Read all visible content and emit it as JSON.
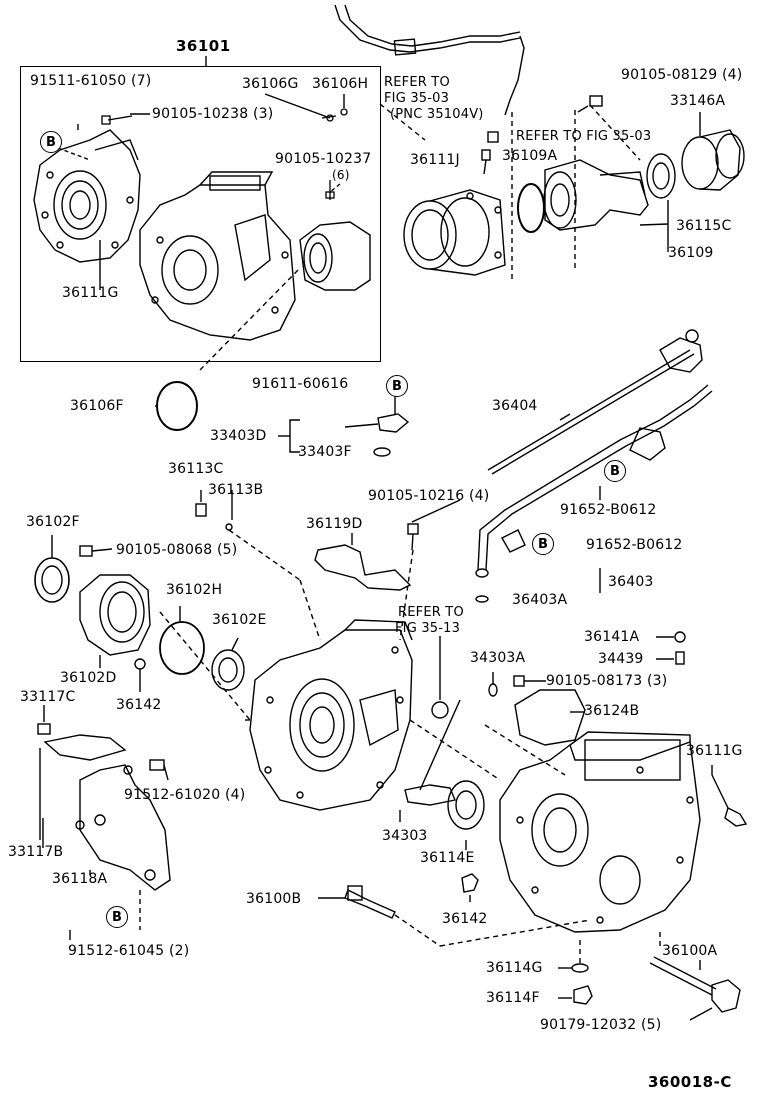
{
  "diagram": {
    "frame_title": "36101",
    "drawing_code": "360018-C",
    "circle_marker": "B",
    "parts": {
      "p91511_61050": "91511-61050 (7)",
      "p36106G": "36106G",
      "p36106H": "36106H",
      "p90105_10238": "90105-10238 (3)",
      "p90105_10237": "90105-10237",
      "p90105_10237_qty": "(6)",
      "p36111G_a": "36111G",
      "p36106F": "36106F",
      "p91611_60616": "91611-60616",
      "p33403D": "33403D",
      "p33403F": "33403F",
      "p36113C": "36113C",
      "p36113B": "36113B",
      "p90105_10216": "90105-10216 (4)",
      "p36102F": "36102F",
      "p90105_08068": "90105-08068 (5)",
      "p36119D": "36119D",
      "p36102H": "36102H",
      "p36102E": "36102E",
      "p36102D": "36102D",
      "p36142_a": "36142",
      "p33117C": "33117C",
      "p91512_61020": "91512-61020 (4)",
      "p33117B": "33117B",
      "p36118A": "36118A",
      "p91512_61045": "91512-61045 (2)",
      "p36100B": "36100B",
      "p34303A": "34303A",
      "p90105_08173": "90105-08173 (3)",
      "p34303": "34303",
      "p36114E": "36114E",
      "p36142_b": "36142",
      "p36124B": "36124B",
      "p36141A": "36141A",
      "p34439": "34439",
      "p36111G_b": "36111G",
      "p36114G": "36114G",
      "p36114F": "36114F",
      "p36100A": "36100A",
      "p90179_12032": "90179-12032 (5)",
      "p90105_08129": "90105-08129 (4)",
      "p33146A": "33146A",
      "p36111J": "36111J",
      "p36109A": "36109A",
      "p36115C": "36115C",
      "p36109": "36109",
      "p36404": "36404",
      "p91652_B0612_a": "91652-B0612",
      "p91652_B0612_b": "91652-B0612",
      "p36403": "36403",
      "p36403A": "36403A"
    },
    "refs": {
      "ref_35_03_line1": "REFER TO",
      "ref_35_03_line2": "FIG 35-03",
      "ref_35_03_line3": "(PNC 35104V)",
      "ref_35_03_b": "REFER TO FIG 35-03",
      "ref_35_13_line1": "REFER TO",
      "ref_35_13_line2": "FIG 35-13"
    }
  }
}
